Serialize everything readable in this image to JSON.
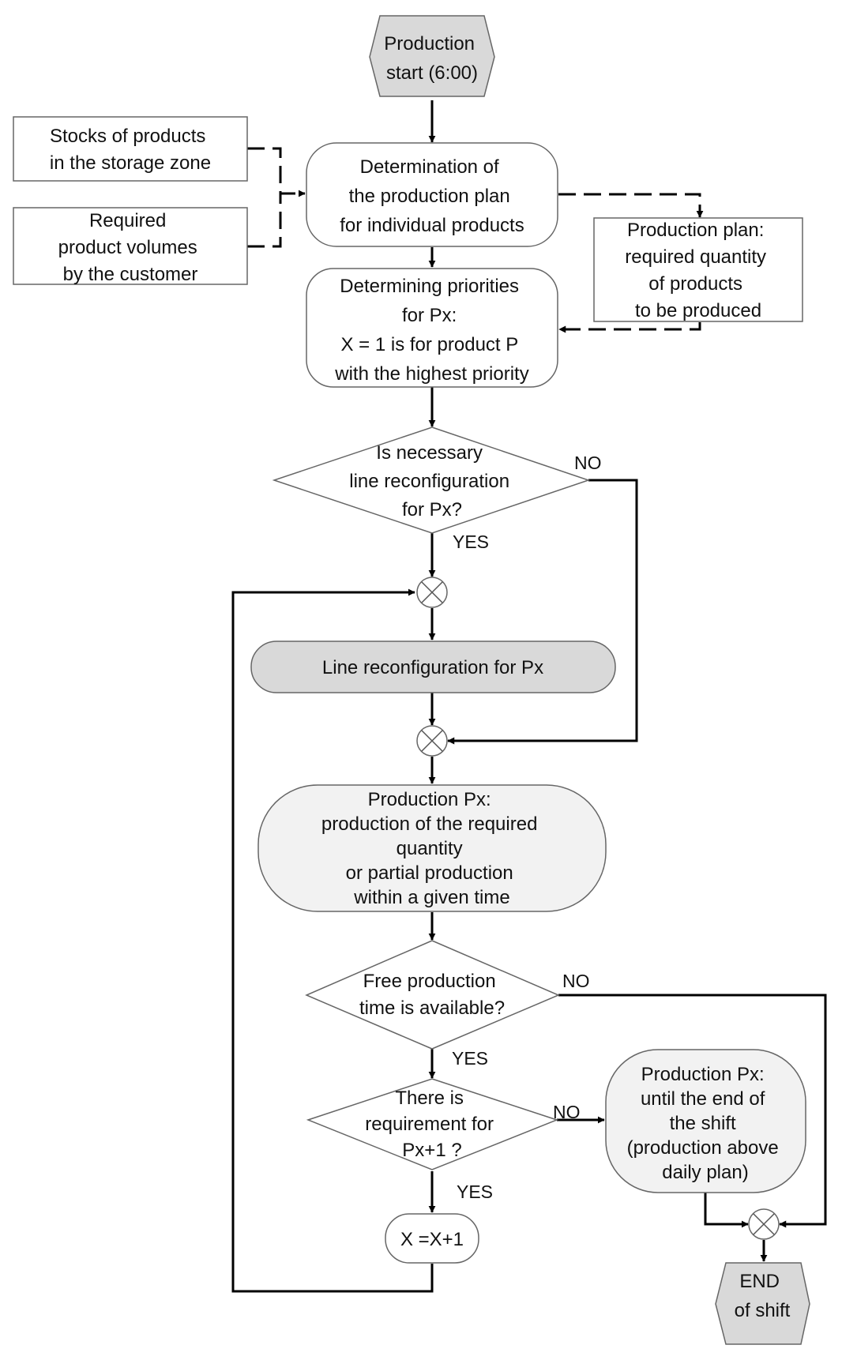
{
  "colors": {
    "terminal_fill": "#d9d9d9",
    "process_fill": "#ffffff",
    "shaded_process_fill": "#f2f2f2",
    "reconfig_fill": "#d9d9d9",
    "line": "#000000"
  },
  "nodes": {
    "start": [
      "Production",
      "start (6:00)"
    ],
    "stocks": [
      "Stocks of products",
      "in the storage zone"
    ],
    "required_volumes": [
      "Required",
      "product volumes",
      "by the customer"
    ],
    "determine_plan": [
      "Determination of",
      "the production plan",
      "for individual products"
    ],
    "production_plan": [
      "Production plan:",
      "required quantity",
      "of products",
      "to be produced"
    ],
    "priorities": [
      "Determining priorities",
      "for Px:",
      "X = 1 is for product P",
      "with the highest priority"
    ],
    "decision_reconfig": [
      "Is necessary",
      "line reconfiguration",
      "for Px?"
    ],
    "line_reconfig": [
      "Line reconfiguration for Px"
    ],
    "production_px": [
      "Production Px:",
      "production of the required",
      "quantity",
      "or partial production",
      "within a given time"
    ],
    "decision_free_time": [
      "Free production",
      "time is available?"
    ],
    "decision_next_req": [
      "There is",
      "requirement for",
      "Px+1 ?"
    ],
    "production_until_end": [
      "Production Px:",
      "until the end of",
      "the shift",
      "(production above",
      "daily plan)"
    ],
    "increment": [
      "X =X+1"
    ],
    "end": [
      "END",
      "of shift"
    ]
  },
  "edge_labels": {
    "no_1": "NO",
    "yes_1": "YES",
    "no_2": "NO",
    "yes_2": "YES",
    "no_3": "NO",
    "yes_3": "YES"
  }
}
